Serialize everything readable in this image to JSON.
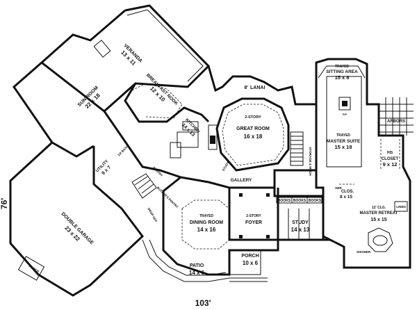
{
  "plan": {
    "dimensions": {
      "width": "103'",
      "depth": "76'"
    },
    "rooms": {
      "veranda": {
        "name": "VERANDA",
        "size": "13 x 11"
      },
      "sun_room": {
        "name": "SUN ROOM",
        "size": "22 x 18"
      },
      "breakfast_nook": {
        "name": "BREAKFAST NOOK",
        "size": "12 x 10"
      },
      "kitchen": {
        "name": "KITCHEN",
        "size": "14 x 13"
      },
      "great_room": {
        "name": "GREAT ROOM",
        "tag": "2-STORY",
        "size": "16 x 18"
      },
      "lanai": {
        "name": "LANAI",
        "prefix": "8'"
      },
      "sitting_area": {
        "name": "SITTING AREA",
        "tag": "TRAYED",
        "size": "15 x 8"
      },
      "master_suite": {
        "name": "MASTER SUITE",
        "tag": "TRAYED",
        "size": "15 x 18"
      },
      "arbors": {
        "name": "ARBORS"
      },
      "his_closet": {
        "name": "CLOSET",
        "tag": "HIS",
        "size": "9 x 12"
      },
      "her_closet": {
        "name": "CLOS.",
        "tag": "HER",
        "size": "8 x 15"
      },
      "master_retreat": {
        "name": "MASTER RETREAT",
        "tag": "12' CLG.",
        "size": "15 x 15"
      },
      "linen": {
        "name": "LINEN"
      },
      "shower": {
        "name": "SHOWER"
      },
      "utility": {
        "name": "UTILITY",
        "size": "9 x 7"
      },
      "double_garage": {
        "name": "DOUBLE GARAGE",
        "size": "23 x 22"
      },
      "porch_garage": {
        "name": "PORCH"
      },
      "dining_room": {
        "name": "DINING ROOM",
        "tag": "TRAYED",
        "size": "14 x 16"
      },
      "foyer": {
        "name": "FOYER",
        "tag": "2-STORY"
      },
      "study": {
        "name": "STUDY",
        "size": "14 x 13"
      },
      "porch_front": {
        "name": "PORCH",
        "size": "10 x 6"
      },
      "patio": {
        "name": "PATIO",
        "size": "14 x 6"
      },
      "gallery": {
        "name": "GALLERY"
      },
      "pantry": {
        "name": "PANTRY"
      },
      "butlers_pantry": {
        "name": "BUTLER'S PANTRY"
      },
      "drop_off": {
        "name": "DROP OFF"
      },
      "half_bath": {
        "name": "1/2 BATH"
      },
      "storage": {
        "name": "STORAGE & MECH"
      },
      "study_nook": {
        "name": "STUDY"
      },
      "bookshelves": [
        "BOOKS",
        "BOOKS",
        "BOOKS"
      ],
      "fireplace": {
        "name": "F/P"
      }
    }
  }
}
